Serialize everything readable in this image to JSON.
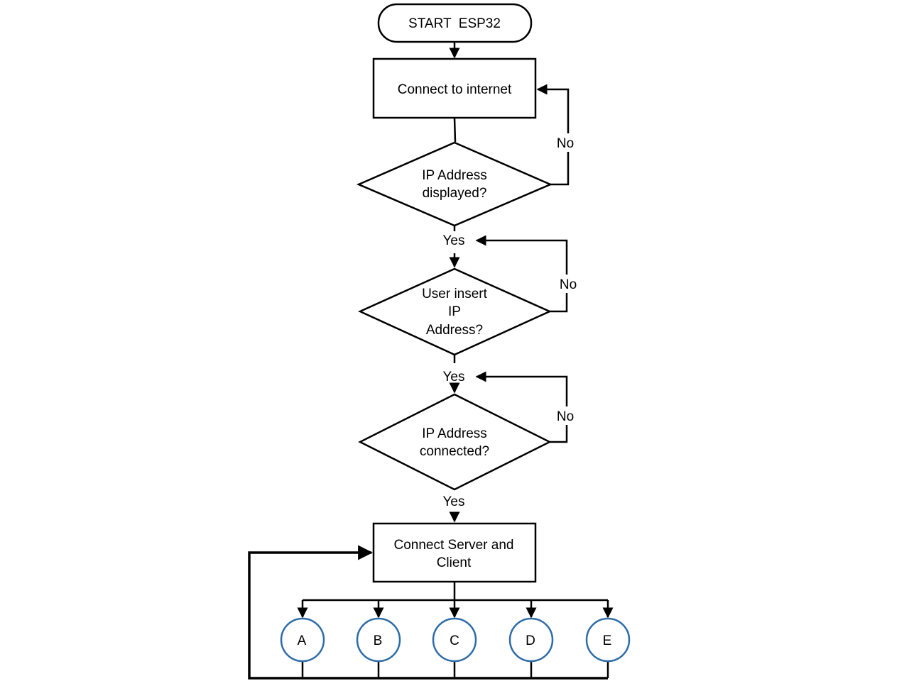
{
  "nodes": {
    "start": "START  ESP32",
    "connect_internet": "Connect to internet",
    "ip_displayed": [
      "IP Address",
      "displayed?"
    ],
    "user_insert": [
      "User insert",
      "IP",
      "Address?"
    ],
    "ip_connected": [
      "IP Address",
      "connected?"
    ],
    "server_client": [
      "Connect Server and",
      "Client"
    ]
  },
  "edge_labels": {
    "no_1": "No",
    "no_2": "No",
    "no_3": "No",
    "yes_1": "Yes",
    "yes_2": "Yes",
    "yes_3": "Yes"
  },
  "connectors": [
    "A",
    "B",
    "C",
    "D",
    "E"
  ],
  "colors": {
    "line": "#000000",
    "connector_stroke": "#2e6ca8",
    "background": "#ffffff"
  }
}
